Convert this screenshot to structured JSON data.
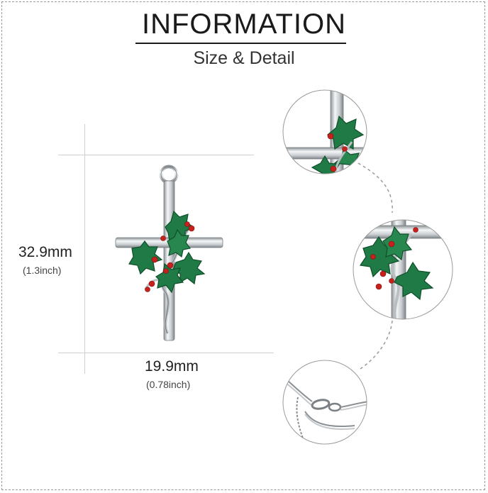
{
  "header": {
    "title": "INFORMATION",
    "subtitle": "Size & Detail"
  },
  "dimensions": {
    "height_mm": "32.9mm",
    "height_inch": "(1.3inch)",
    "width_mm": "19.9mm",
    "width_inch": "(0.78inch)"
  },
  "colors": {
    "leaf": "#1f7a45",
    "leaf_dark": "#0f4f2a",
    "berry": "#c8201c",
    "metal": "#cfd3d6",
    "metal_dark": "#7d8387"
  }
}
